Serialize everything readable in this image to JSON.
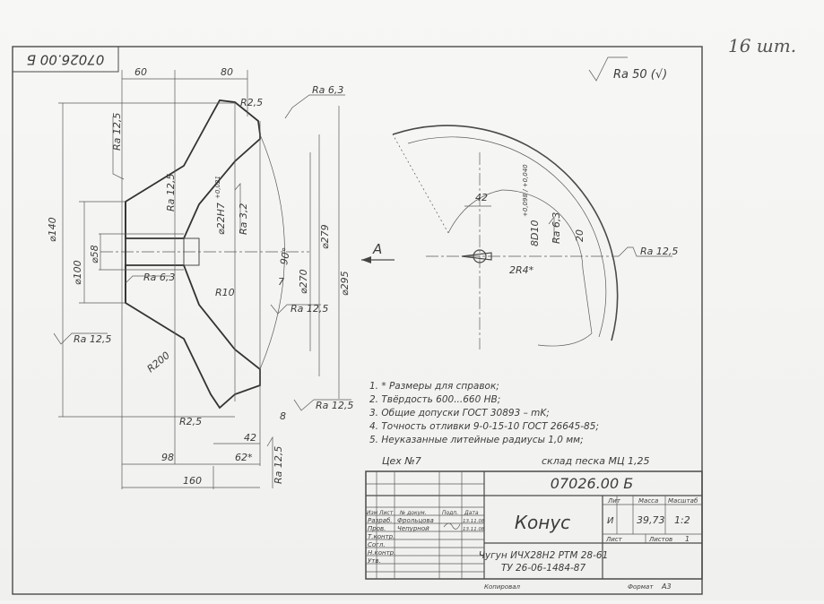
{
  "handwritten_note": "16 шт.",
  "corner_code": "07026.00 Б",
  "roughness_general": "Ra 50 (√)",
  "section_label": "A",
  "dims": {
    "d60": "60",
    "d80": "80",
    "r25_top": "R2,5",
    "ra63_top": "Ra 6,3",
    "ra125_left": "Ra 12,5",
    "ra125_b": "Ra 12,5",
    "d22": "⌀22H7",
    "d22_tol": "+0,021",
    "ra32": "Ra 3,2",
    "d140": "⌀140",
    "d58": "⌀58",
    "d100": "⌀100",
    "ra63_mid": "Ra 6,3",
    "r10": "R10",
    "seven": "7",
    "ninety": "90°",
    "d270": "⌀270",
    "d279": "⌀279",
    "d295": "⌀295",
    "ra125_mid": "Ra 12,5",
    "ra125_bl": "Ra 12,5",
    "r200": "R200",
    "r25_bot": "R2,5",
    "b8": "8",
    "ra125_br": "Ra 12,5",
    "d42": "42",
    "d98": "98",
    "d62": "62*",
    "d160": "160",
    "ra125_bot": "Ra 12,5",
    "p42": "42",
    "p8d10": "8D10",
    "p8d10_tol": "+0,098 / +0,040",
    "ra63_p": "Ra 6,3",
    "p20": "20",
    "p2r4": "2R4*",
    "ra125_p": "Ra 12,5"
  },
  "notes": [
    "1. * Размеры для справок;",
    "2. Твёрдость 600...660 НВ;",
    "3. Общие допуски ГОСТ 30893 – mK;",
    "4. Точность отливки 9-0-15-10 ГОСТ 26645-85;",
    "5. Неуказанные литейные радиусы 1,0 мм;"
  ],
  "above_block": {
    "left": "Цех №7",
    "right": "склад песка МЦ 1,25"
  },
  "title_block": {
    "code": "07026.00 Б",
    "name": "Конус",
    "material_1": "Чугун ИЧХ28Н2 РТМ 28-61",
    "material_2": "ТУ 26-06-1484-87",
    "col_headers": [
      "Лит",
      "Масса",
      "Масштаб"
    ],
    "lit_value": "И",
    "mass": "39,73",
    "scale": "1:2",
    "sheet_label": "Лист",
    "sheets_label": "Листов",
    "sheets_value": "1",
    "rev_headers": [
      "Изм",
      "Лист",
      "№ докум.",
      "Подп.",
      "Дата"
    ],
    "rows": [
      "Разраб.",
      "Пров.",
      "Т.контр.",
      "Согл.",
      "Н.контр.",
      "Утв."
    ],
    "developer": "Фрольцова",
    "checker": "Чепурной",
    "date1": "13.11.08",
    "date2": "13.11.08",
    "copied": "Копировал",
    "format": "Формат",
    "format_value": "А3"
  }
}
